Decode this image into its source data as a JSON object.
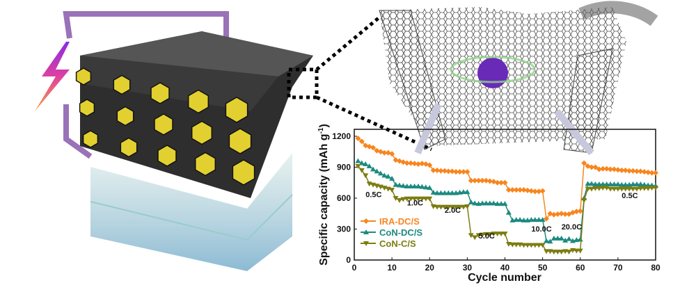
{
  "colors": {
    "ira": "#f7861e",
    "condc": "#1d8a80",
    "conc": "#7d7d12",
    "hex": "#e2d030",
    "frame": "#333333",
    "bracket": "#9a72b8"
  },
  "chart_data": {
    "type": "line",
    "xlabel": "Cycle number",
    "ylabel": "Specific capacity (mAh g",
    "ylabel_sup": "-1",
    "ylabel_close": ")",
    "xlim": [
      0,
      80
    ],
    "ylim": [
      0,
      1300
    ],
    "xticks": [
      0,
      10,
      20,
      30,
      40,
      50,
      60,
      70,
      80
    ],
    "yticks": [
      0,
      300,
      600,
      900,
      1200
    ],
    "legend_position": "bottom-left",
    "rate_labels": [
      {
        "text": "0.5C",
        "x": 3,
        "y": 610
      },
      {
        "text": "1.0C",
        "x": 14,
        "y": 530
      },
      {
        "text": "2.0C",
        "x": 24,
        "y": 460
      },
      {
        "text": "5.0C",
        "x": 33,
        "y": 210
      },
      {
        "text": "10.0C",
        "x": 47,
        "y": 275
      },
      {
        "text": "20.0C",
        "x": 55,
        "y": 295
      },
      {
        "text": "0.5C",
        "x": 71,
        "y": 600
      }
    ],
    "series": [
      {
        "name": "IRA-DC/S",
        "marker": "diamond",
        "values": [
          1180,
          1150,
          1110,
          1100,
          1090,
          1060,
          1050,
          1040,
          1040,
          1030,
          970,
          960,
          950,
          940,
          940,
          935,
          930,
          935,
          930,
          920,
          870,
          870,
          865,
          865,
          860,
          860,
          855,
          855,
          855,
          855,
          770,
          770,
          770,
          770,
          770,
          765,
          760,
          750,
          750,
          750,
          680,
          680,
          680,
          680,
          680,
          675,
          670,
          665,
          665,
          670,
          400,
          450,
          440,
          445,
          450,
          445,
          445,
          460,
          470,
          475,
          940,
          910,
          900,
          900,
          880,
          885,
          885,
          880,
          880,
          875,
          870,
          870,
          865,
          865,
          860,
          860,
          855,
          850,
          845,
          845
        ]
      },
      {
        "name": "CoN-DC/S",
        "marker": "triangle-up",
        "values": [
          960,
          940,
          930,
          910,
          880,
          860,
          840,
          820,
          810,
          790,
          730,
          725,
          720,
          715,
          715,
          715,
          715,
          710,
          705,
          700,
          655,
          650,
          650,
          650,
          650,
          650,
          650,
          655,
          660,
          660,
          560,
          550,
          545,
          550,
          550,
          550,
          550,
          545,
          545,
          545,
          460,
          385,
          390,
          390,
          385,
          385,
          390,
          390,
          390,
          390,
          185,
          180,
          210,
          210,
          210,
          190,
          205,
          185,
          195,
          200,
          600,
          740,
          740,
          735,
          735,
          735,
          735,
          735,
          735,
          735,
          730,
          730,
          730,
          735,
          735,
          735,
          730,
          725,
          725,
          720
        ]
      },
      {
        "name": "CoN-C/S",
        "marker": "triangle-down",
        "values": [
          910,
          870,
          820,
          740,
          730,
          720,
          710,
          700,
          690,
          680,
          600,
          580,
          590,
          595,
          595,
          595,
          595,
          595,
          595,
          595,
          520,
          515,
          515,
          515,
          515,
          515,
          515,
          515,
          515,
          520,
          240,
          220,
          240,
          245,
          250,
          250,
          255,
          255,
          255,
          255,
          155,
          150,
          150,
          150,
          145,
          145,
          145,
          145,
          145,
          145,
          85,
          85,
          80,
          80,
          80,
          85,
          80,
          95,
          90,
          90,
          580,
          690,
          690,
          695,
          695,
          700,
          700,
          690,
          690,
          690,
          690,
          690,
          690,
          690,
          690,
          695,
          695,
          695,
          700,
          700
        ]
      }
    ]
  }
}
